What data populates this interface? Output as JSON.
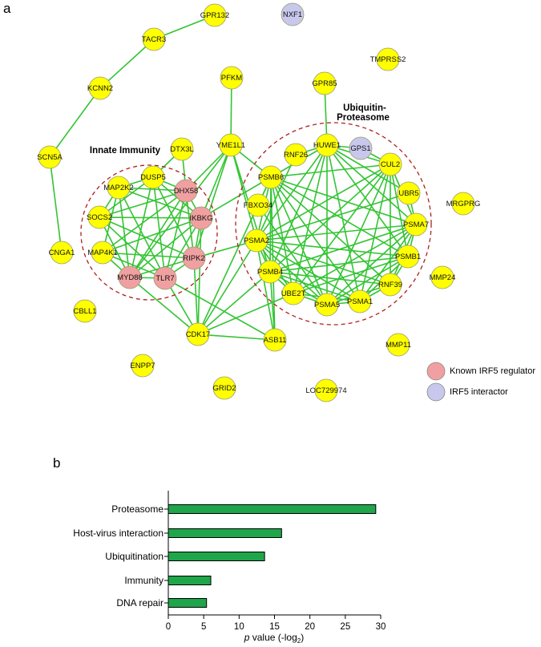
{
  "figure": {
    "panel_a_letter": "a",
    "panel_b_letter": "b"
  },
  "colors": {
    "edge": "#33c433",
    "node_default": "#ffff00",
    "node_regulator": "#f0a0a0",
    "node_interactor": "#c8c8ec",
    "group_outline": "#b02020",
    "bar_fill": "#1fa64a"
  },
  "network": {
    "groups": [
      {
        "key": "innate",
        "label": "Innate Immunity"
      },
      {
        "key": "ubiq",
        "label_line1": "Ubiquitin-",
        "label_line2": "Proteasome"
      }
    ],
    "nodes": [
      {
        "id": "GPR132",
        "type": "default"
      },
      {
        "id": "NXF1",
        "type": "interactor"
      },
      {
        "id": "TACR3",
        "type": "default"
      },
      {
        "id": "TMPRSS2",
        "type": "default"
      },
      {
        "id": "KCNN2",
        "type": "default"
      },
      {
        "id": "PFKM",
        "type": "default"
      },
      {
        "id": "GPR85",
        "type": "default"
      },
      {
        "id": "SCN5A",
        "type": "default"
      },
      {
        "id": "DTX3L",
        "type": "default"
      },
      {
        "id": "YME1L1",
        "type": "default"
      },
      {
        "id": "HUWE1",
        "type": "default"
      },
      {
        "id": "GPS1",
        "type": "interactor"
      },
      {
        "id": "RNF26",
        "type": "default"
      },
      {
        "id": "CUL2",
        "type": "default"
      },
      {
        "id": "DUSP5",
        "type": "default"
      },
      {
        "id": "MAP2K2",
        "type": "default"
      },
      {
        "id": "DHX58",
        "type": "regulator"
      },
      {
        "id": "PSMB6",
        "type": "default"
      },
      {
        "id": "UBR5",
        "type": "default"
      },
      {
        "id": "MRGPRG",
        "type": "default"
      },
      {
        "id": "SOCS2",
        "type": "default"
      },
      {
        "id": "IKBKG",
        "type": "regulator"
      },
      {
        "id": "FBXO34",
        "type": "default"
      },
      {
        "id": "PSMA7",
        "type": "default"
      },
      {
        "id": "MAP4K1",
        "type": "default"
      },
      {
        "id": "CNGA1",
        "type": "default"
      },
      {
        "id": "PSMA2",
        "type": "default"
      },
      {
        "id": "RIPK2",
        "type": "regulator"
      },
      {
        "id": "PSMB1",
        "type": "default"
      },
      {
        "id": "MYD88",
        "type": "regulator"
      },
      {
        "id": "TLR7",
        "type": "regulator"
      },
      {
        "id": "PSMB4",
        "type": "default"
      },
      {
        "id": "MMP24",
        "type": "default"
      },
      {
        "id": "RNF39",
        "type": "default"
      },
      {
        "id": "UBE2T",
        "type": "default"
      },
      {
        "id": "PSMA5",
        "type": "default"
      },
      {
        "id": "PSMA1",
        "type": "default"
      },
      {
        "id": "CBLL1",
        "type": "default"
      },
      {
        "id": "CDK17",
        "type": "default"
      },
      {
        "id": "ASB11",
        "type": "default"
      },
      {
        "id": "MMP11",
        "type": "default"
      },
      {
        "id": "ENPP7",
        "type": "default"
      },
      {
        "id": "GRID2",
        "type": "default"
      },
      {
        "id": "LOC729974",
        "type": "default"
      }
    ],
    "edges": [
      [
        "GPR132",
        "TACR3"
      ],
      [
        "TACR3",
        "KCNN2"
      ],
      [
        "KCNN2",
        "SCN5A"
      ],
      [
        "SCN5A",
        "CNGA1"
      ],
      [
        "PFKM",
        "YME1L1"
      ],
      [
        "GPR85",
        "HUWE1"
      ],
      [
        "HUWE1",
        "GPS1"
      ],
      [
        "GPS1",
        "CUL2"
      ],
      [
        "HUWE1",
        "CUL2"
      ],
      [
        "DTX3L",
        "DHX58"
      ],
      [
        "DTX3L",
        "DUSP5"
      ],
      [
        "DUSP5",
        "MAP2K2"
      ],
      [
        "DUSP5",
        "DHX58"
      ],
      [
        "DUSP5",
        "SOCS2"
      ],
      [
        "DUSP5",
        "MYD88"
      ],
      [
        "DUSP5",
        "TLR7"
      ],
      [
        "DUSP5",
        "IKBKG"
      ],
      [
        "DUSP5",
        "RIPK2"
      ],
      [
        "MAP2K2",
        "DHX58"
      ],
      [
        "MAP2K2",
        "SOCS2"
      ],
      [
        "MAP2K2",
        "MYD88"
      ],
      [
        "MAP2K2",
        "TLR7"
      ],
      [
        "MAP2K2",
        "IKBKG"
      ],
      [
        "MAP2K2",
        "MAP4K1"
      ],
      [
        "SOCS2",
        "DHX58"
      ],
      [
        "SOCS2",
        "MYD88"
      ],
      [
        "SOCS2",
        "TLR7"
      ],
      [
        "SOCS2",
        "IKBKG"
      ],
      [
        "SOCS2",
        "RIPK2"
      ],
      [
        "MAP4K1",
        "MYD88"
      ],
      [
        "MAP4K1",
        "TLR7"
      ],
      [
        "MAP4K1",
        "IKBKG"
      ],
      [
        "MAP4K1",
        "RIPK2"
      ],
      [
        "MAP4K1",
        "DHX58"
      ],
      [
        "MYD88",
        "TLR7"
      ],
      [
        "MYD88",
        "IKBKG"
      ],
      [
        "MYD88",
        "DHX58"
      ],
      [
        "MYD88",
        "RIPK2"
      ],
      [
        "TLR7",
        "IKBKG"
      ],
      [
        "TLR7",
        "DHX58"
      ],
      [
        "TLR7",
        "RIPK2"
      ],
      [
        "IKBKG",
        "DHX58"
      ],
      [
        "IKBKG",
        "RIPK2"
      ],
      [
        "DHX58",
        "RIPK2"
      ],
      [
        "YME1L1",
        "DHX58"
      ],
      [
        "YME1L1",
        "IKBKG"
      ],
      [
        "YME1L1",
        "RIPK2"
      ],
      [
        "YME1L1",
        "MYD88"
      ],
      [
        "YME1L1",
        "PSMB6"
      ],
      [
        "YME1L1",
        "PSMA2"
      ],
      [
        "YME1L1",
        "PSMB4"
      ],
      [
        "RIPK2",
        "CDK17"
      ],
      [
        "TLR7",
        "CDK17"
      ],
      [
        "MYD88",
        "CDK17"
      ],
      [
        "IKBKG",
        "CDK17"
      ],
      [
        "RIPK2",
        "PSMA2"
      ],
      [
        "IKBKG",
        "PSMB6"
      ],
      [
        "TLR7",
        "ASB11"
      ],
      [
        "CDK17",
        "ASB11"
      ],
      [
        "CDK17",
        "PSMB4"
      ],
      [
        "CDK17",
        "PSMA2"
      ],
      [
        "CDK17",
        "PSMB6"
      ],
      [
        "CDK17",
        "UBE2T"
      ],
      [
        "ASB11",
        "PSMB4"
      ],
      [
        "ASB11",
        "PSMA2"
      ],
      [
        "ASB11",
        "PSMB6"
      ],
      [
        "PSMB6",
        "PSMA2"
      ],
      [
        "PSMB6",
        "PSMB4"
      ],
      [
        "PSMB6",
        "PSMA7"
      ],
      [
        "PSMB6",
        "PSMB1"
      ],
      [
        "PSMB6",
        "PSMA5"
      ],
      [
        "PSMB6",
        "PSMA1"
      ],
      [
        "PSMB6",
        "UBE2T"
      ],
      [
        "PSMB6",
        "HUWE1"
      ],
      [
        "PSMB6",
        "CUL2"
      ],
      [
        "PSMB6",
        "RNF39"
      ],
      [
        "PSMB6",
        "FBXO34"
      ],
      [
        "PSMA2",
        "PSMB4"
      ],
      [
        "PSMA2",
        "PSMA7"
      ],
      [
        "PSMA2",
        "PSMB1"
      ],
      [
        "PSMA2",
        "PSMA5"
      ],
      [
        "PSMA2",
        "PSMA1"
      ],
      [
        "PSMA2",
        "UBE2T"
      ],
      [
        "PSMA2",
        "HUWE1"
      ],
      [
        "PSMA2",
        "CUL2"
      ],
      [
        "PSMA2",
        "RNF39"
      ],
      [
        "PSMA2",
        "UBR5"
      ],
      [
        "PSMB4",
        "PSMA7"
      ],
      [
        "PSMB4",
        "PSMB1"
      ],
      [
        "PSMB4",
        "PSMA5"
      ],
      [
        "PSMB4",
        "PSMA1"
      ],
      [
        "PSMB4",
        "UBE2T"
      ],
      [
        "PSMB4",
        "HUWE1"
      ],
      [
        "PSMB4",
        "CUL2"
      ],
      [
        "PSMB4",
        "RNF39"
      ],
      [
        "PSMA7",
        "PSMB1"
      ],
      [
        "PSMA7",
        "PSMA5"
      ],
      [
        "PSMA7",
        "PSMA1"
      ],
      [
        "PSMA7",
        "UBE2T"
      ],
      [
        "PSMA7",
        "HUWE1"
      ],
      [
        "PSMA7",
        "CUL2"
      ],
      [
        "PSMA7",
        "RNF39"
      ],
      [
        "PSMA7",
        "UBR5"
      ],
      [
        "PSMB1",
        "PSMA5"
      ],
      [
        "PSMB1",
        "PSMA1"
      ],
      [
        "PSMB1",
        "UBE2T"
      ],
      [
        "PSMB1",
        "HUWE1"
      ],
      [
        "PSMB1",
        "CUL2"
      ],
      [
        "PSMB1",
        "RNF39"
      ],
      [
        "PSMA5",
        "PSMA1"
      ],
      [
        "PSMA5",
        "UBE2T"
      ],
      [
        "PSMA5",
        "HUWE1"
      ],
      [
        "PSMA5",
        "CUL2"
      ],
      [
        "PSMA5",
        "RNF39"
      ],
      [
        "PSMA1",
        "UBE2T"
      ],
      [
        "PSMA1",
        "HUWE1"
      ],
      [
        "PSMA1",
        "CUL2"
      ],
      [
        "PSMA1",
        "RNF39"
      ],
      [
        "UBE2T",
        "HUWE1"
      ],
      [
        "UBE2T",
        "CUL2"
      ],
      [
        "HUWE1",
        "RNF26"
      ],
      [
        "HUWE1",
        "UBR5"
      ],
      [
        "CUL2",
        "RNF39"
      ],
      [
        "RNF26",
        "PSMA2"
      ],
      [
        "FBXO34",
        "PSMA5"
      ]
    ]
  },
  "legend": {
    "items": [
      {
        "label": "Known IRF5 regulator",
        "type": "regulator"
      },
      {
        "label": "IRF5 interactor",
        "type": "interactor"
      }
    ]
  },
  "chart_data": {
    "type": "bar",
    "orientation": "horizontal",
    "categories": [
      "Proteasome",
      "Host-virus interaction",
      "Ubiquitination",
      "Immunity",
      "DNA repair"
    ],
    "values": [
      29.3,
      16.0,
      13.6,
      6.0,
      5.4
    ],
    "xlabel_italic": "p",
    "xlabel_rest": " value (-log",
    "xlabel_sub": "2",
    "xlabel_close": ")",
    "xlim": [
      0,
      30
    ],
    "xticks": [
      0,
      5,
      10,
      15,
      20,
      25,
      30
    ],
    "grid": false
  }
}
